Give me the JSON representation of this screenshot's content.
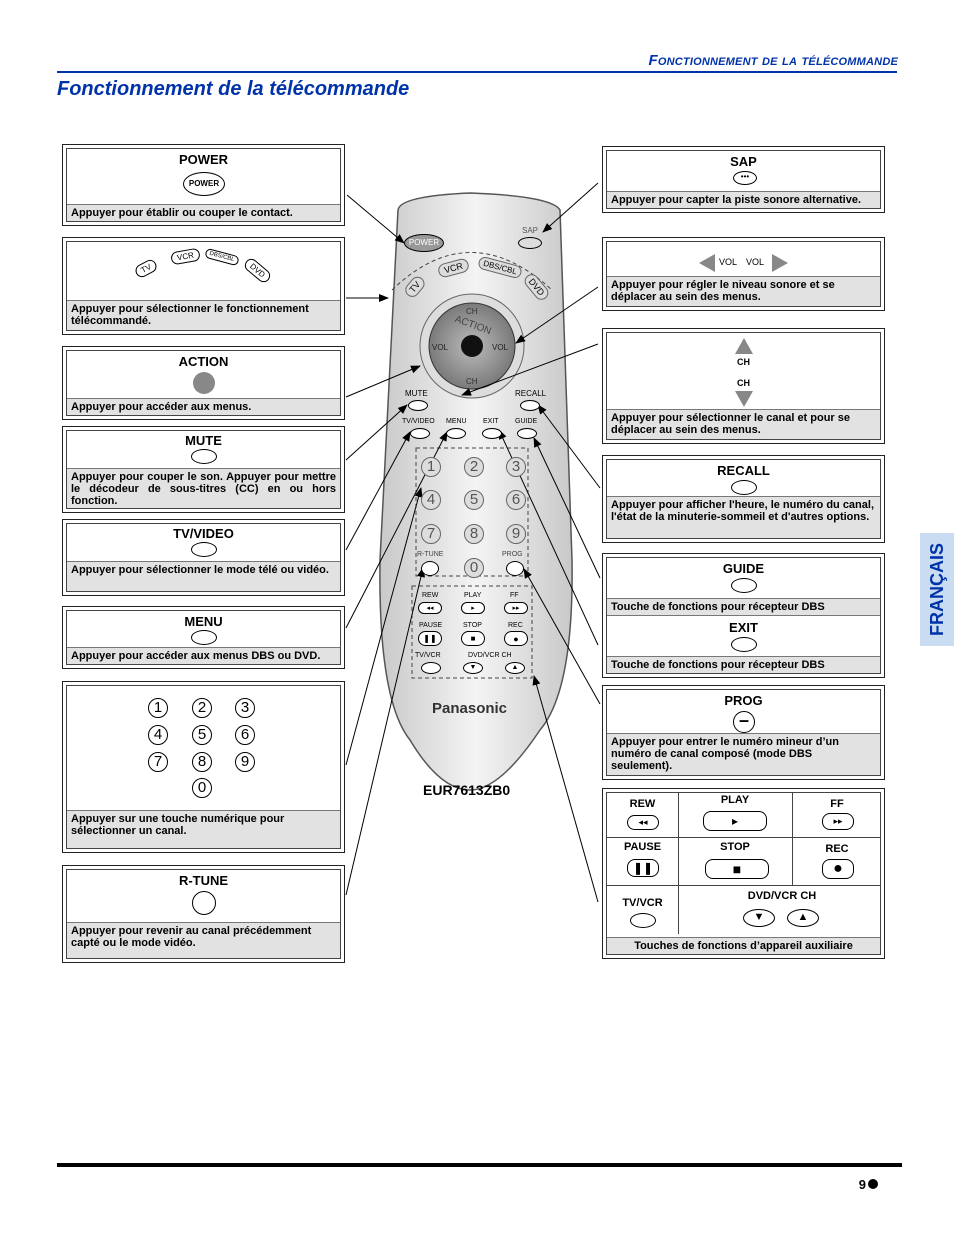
{
  "header": {
    "running": "Fonctionnement de la télécommande",
    "title": "Fonctionnement de la télécommande",
    "side_tab": "FRANÇAIS",
    "page": "9"
  },
  "model": "EUR7613ZB0",
  "remote": {
    "power": "POWER",
    "sap": "SAP",
    "modes": [
      "TV",
      "VCR",
      "DBS/CBL",
      "DVD"
    ],
    "action": "ACTION",
    "ch": "CH",
    "vol": "VOL",
    "mute": "MUTE",
    "recall": "RECALL",
    "tvvideo": "TV/VIDEO",
    "menu": "MENU",
    "exit": "EXIT",
    "guide": "GUIDE",
    "rtune": "R-TUNE",
    "prog": "PROG",
    "rew": "REW",
    "play": "PLAY",
    "ff": "FF",
    "pause": "PAUSE",
    "stop": "STOP",
    "rec": "REC",
    "tvvcr": "TV/VCR",
    "dvdvcrch": "DVD/VCR CH",
    "brand": "Panasonic"
  },
  "left": {
    "power": {
      "label": "POWER",
      "icon": "POWER",
      "desc": "Appuyer pour établir ou couper le contact."
    },
    "modes": {
      "icons": [
        "TV",
        "VCR",
        "DBS/CBL",
        "DVD"
      ],
      "desc": "Appuyer pour sélectionner le fonctionnement télécommandé."
    },
    "action": {
      "label": "ACTION",
      "desc": "Appuyer pour accéder aux menus."
    },
    "mute": {
      "label": "MUTE",
      "desc": "Appuyer pour couper le son. Appuyer pour mettre le décodeur de sous-titres (CC) en ou hors fonction."
    },
    "tvvideo": {
      "label": "TV/VIDEO",
      "desc": "Appuyer pour sélectionner le mode télé ou vidéo."
    },
    "menu": {
      "label": "MENU",
      "desc": "Appuyer pour accéder aux menus DBS ou DVD."
    },
    "numbers": {
      "keys": [
        "1",
        "2",
        "3",
        "4",
        "5",
        "6",
        "7",
        "8",
        "9",
        "0"
      ],
      "desc": "Appuyer sur une touche numérique pour sélectionner un canal."
    },
    "rtune": {
      "label": "R-TUNE",
      "desc": "Appuyer pour revenir au canal précédemment capté ou le mode vidéo."
    }
  },
  "right": {
    "sap": {
      "label": "SAP",
      "desc": "Appuyer pour capter la piste sonore alternative."
    },
    "vol": {
      "label_left": "VOL",
      "label_right": "VOL",
      "desc": "Appuyer pour régler le niveau sonore et se déplacer au sein des menus."
    },
    "ch": {
      "label_up": "CH",
      "label_down": "CH",
      "desc": "Appuyer pour sélectionner le canal et pour se déplacer au sein des menus."
    },
    "recall": {
      "label": "RECALL",
      "desc": "Appuyer pour afficher l'heure, le numéro du canal, l'état de la minuterie-sommeil et d'autres options."
    },
    "guide": {
      "label": "GUIDE",
      "desc": "Touche de fonctions pour récepteur DBS"
    },
    "exit": {
      "label": "EXIT",
      "desc": "Touche de fonctions pour récepteur DBS"
    },
    "prog": {
      "label": "PROG",
      "desc": "Appuyer pour entrer le numéro mineur d’un numéro de canal composé (mode DBS seulement)."
    },
    "aux": {
      "rew": "REW",
      "play": "PLAY",
      "ff": "FF",
      "pause": "PAUSE",
      "stop": "STOP",
      "rec": "REC",
      "tvvcr": "TV/VCR",
      "dvdvcrch": "DVD/VCR CH",
      "desc": "Touches de fonctions d’appareil auxiliaire"
    }
  }
}
